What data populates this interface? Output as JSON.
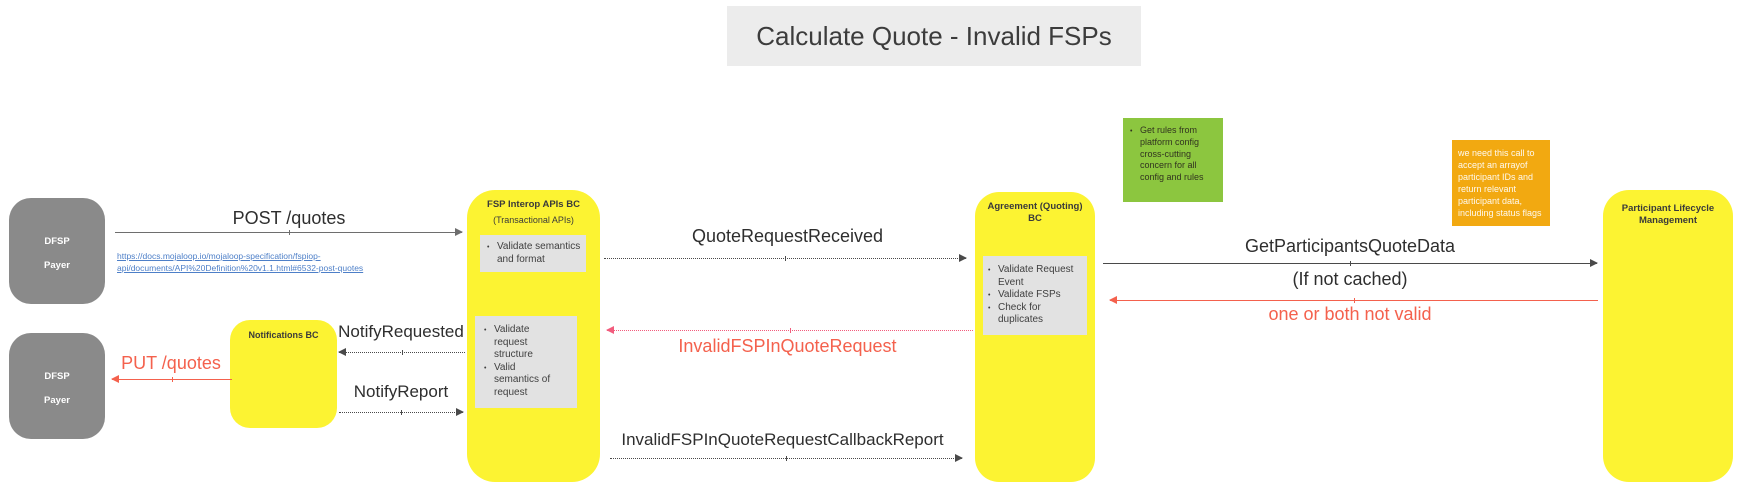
{
  "title": "Calculate Quote - Invalid FSPs",
  "actors": {
    "dfsp_top": {
      "name": "DFSP",
      "role": "Payer"
    },
    "dfsp_bottom": {
      "name": "DFSP",
      "role": "Payer"
    },
    "notifications": {
      "title": "Notifications BC"
    },
    "fsp_interop": {
      "title": "FSP Interop APIs BC",
      "subtitle": "(Transactional APIs)",
      "note_top_items": [
        "Validate semantics and format"
      ],
      "note_bottom_items": [
        "Validate request structure",
        "Valid semantics of request"
      ]
    },
    "agreement": {
      "title": "Agreement (Quoting) BC",
      "note_items": [
        "Validate Request Event",
        "Validate FSPs",
        "Check for duplicates"
      ]
    },
    "participant_lifecycle": {
      "title": "Participant Lifecycle Management"
    }
  },
  "notes": {
    "green": {
      "items": [
        "Get rules from platform config cross-cutting concern for all config and rules"
      ]
    },
    "orange": {
      "text": "we need this call to accept an arrayof participant IDs and return relevant participant data, including status flags"
    }
  },
  "messages": {
    "post_quotes": "POST /quotes",
    "spec_link_line1": "https://docs.mojaloop.io/mojaloop-specification/fspiop-",
    "spec_link_line2": "api/documents/API%20Definition%20v1.1.html#6532-post-quotes",
    "quote_request_received": "QuoteRequestReceived",
    "get_participants_quote_data": "GetParticipantsQuoteData",
    "if_not_cached": "(If not cached)",
    "one_or_both_not_valid": "one or both not valid",
    "invalid_fsp_in_quote_request": "InvalidFSPInQuoteRequest",
    "notify_requested": "NotifyRequested",
    "notify_report": "NotifyReport",
    "put_quotes": "PUT /quotes",
    "invalid_fsp_callback_report": "InvalidFSPInQuoteRequestCallbackReport"
  },
  "colors": {
    "actor_yellow": "#FCF332",
    "actor_gray": "#8A8A8A",
    "sub_note_gray": "#E2E2E2",
    "green_note_bg": "#8CC63F",
    "orange_note_bg": "#F2A911",
    "red_text": "#F4614D",
    "pink_dotted_line": "#F25C7D",
    "link_blue": "#4D7FC8",
    "title_bg": "#ECECEC"
  }
}
